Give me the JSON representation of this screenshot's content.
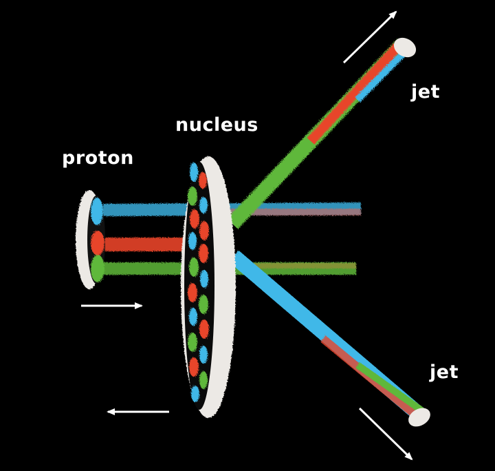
{
  "labels": {
    "proton": "proton",
    "nucleus": "nucleus",
    "jet_top": "jet",
    "jet_bottom": "jet"
  },
  "colors": {
    "background": "#000000",
    "quark_blue": "#3fb8e8",
    "quark_red": "#e8442a",
    "quark_green": "#5fb83a",
    "disk_face": "#e8e6e2",
    "arrow": "#ffffff",
    "label": "#ffffff"
  },
  "elements": {
    "proton_disk": "proton disk with three quarks (blue, red, green)",
    "nucleus_disk": "nucleus disk containing many colored quarks",
    "arrows": [
      "proton-direction-arrow",
      "nucleus-direction-arrow",
      "jet-top-arrow",
      "jet-bottom-arrow"
    ]
  }
}
